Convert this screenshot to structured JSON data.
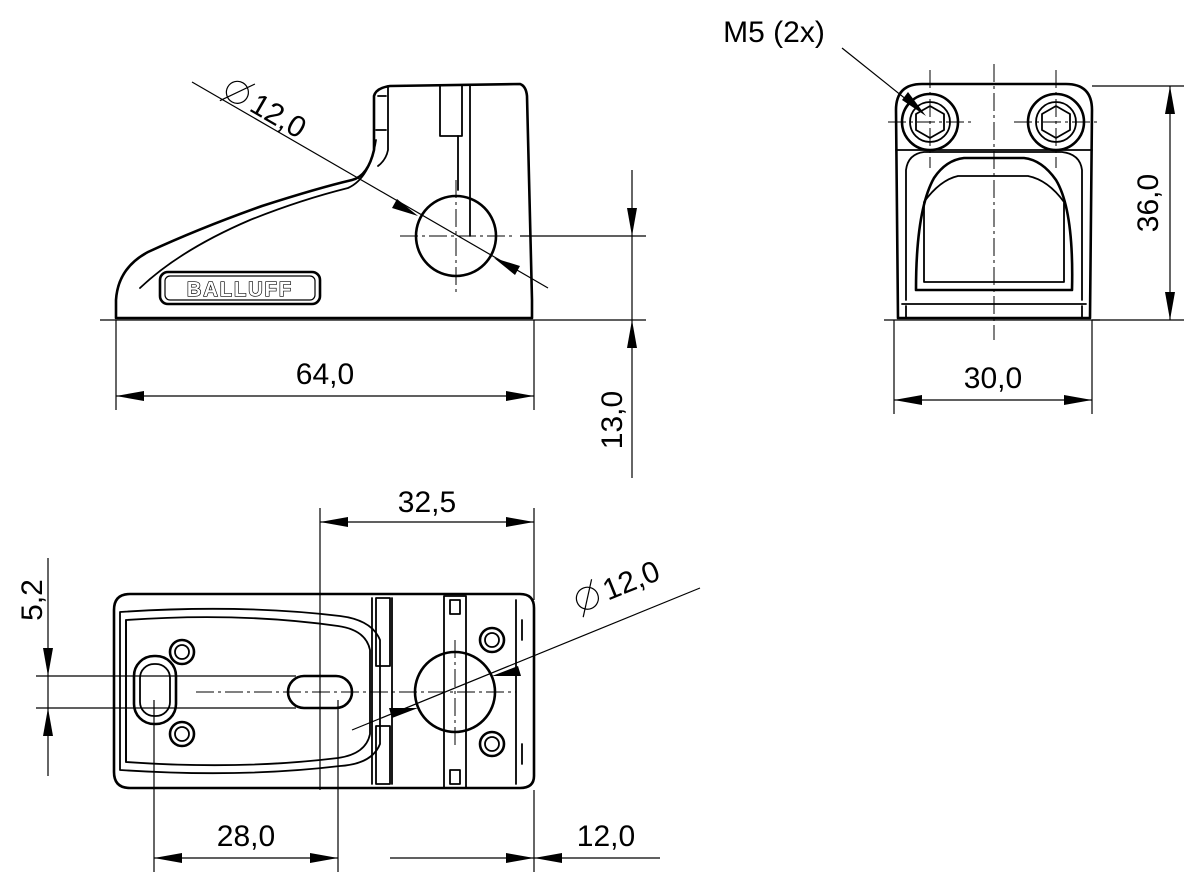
{
  "drawing": {
    "brand": "BALLUFF",
    "side_view": {
      "bore_label": "12,0",
      "length_label": "64,0",
      "height_label": "13,0"
    },
    "front_view": {
      "screw_label": "M5 (2x)",
      "height_label": "36,0",
      "width_label": "30,0"
    },
    "top_view": {
      "offset_label": "32,5",
      "slot_label": "5,2",
      "bore_label": "12,0",
      "hole_spacing_label": "28,0",
      "edge_label": "12,0"
    }
  }
}
